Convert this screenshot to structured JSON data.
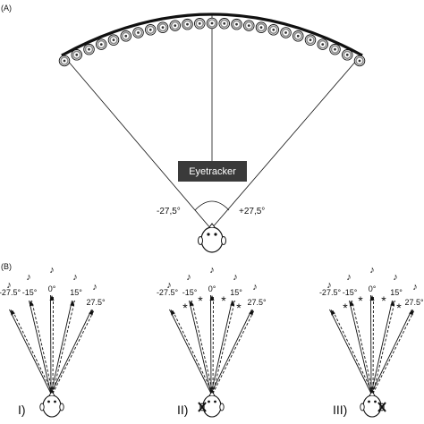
{
  "panel_labels": {
    "a": "(A)",
    "b": "(B)"
  },
  "eyetracker_label": "Eyetracker",
  "angle_left": "-27,5°",
  "angle_right": "+27,5°",
  "speaker_count": 25,
  "colors": {
    "stroke": "#111111",
    "box": "#3a3a3a",
    "speaker_ring": "#8a8a8a"
  },
  "conditions": [
    {
      "numeral": "I)",
      "occluded": false,
      "azimuths": [
        {
          "label": "-27.5°",
          "marker": "note"
        },
        {
          "label": "-15°",
          "marker": "note"
        },
        {
          "label": "0°",
          "marker": "note"
        },
        {
          "label": "15°",
          "marker": "note"
        },
        {
          "label": "27.5°",
          "marker": "note"
        }
      ]
    },
    {
      "numeral": "II)",
      "occluded": true,
      "azimuths": [
        {
          "label": "-27.5°",
          "marker": "note"
        },
        {
          "label": "-15°",
          "marker": "note"
        },
        {
          "label": "0°",
          "marker": "note"
        },
        {
          "label": "15°",
          "marker": "note"
        },
        {
          "label": "27.5°",
          "marker": "note"
        }
      ]
    },
    {
      "numeral": "III)",
      "occluded": true,
      "azimuths": [
        {
          "label": "-27.5°",
          "marker": "note"
        },
        {
          "label": "-15°",
          "marker": "note"
        },
        {
          "label": "0°",
          "marker": "note"
        },
        {
          "label": "15°",
          "marker": "note"
        },
        {
          "label": "27.5°",
          "marker": "note"
        }
      ]
    }
  ],
  "symbols": {
    "note": "♪",
    "star": "*",
    "occluder": "X"
  }
}
